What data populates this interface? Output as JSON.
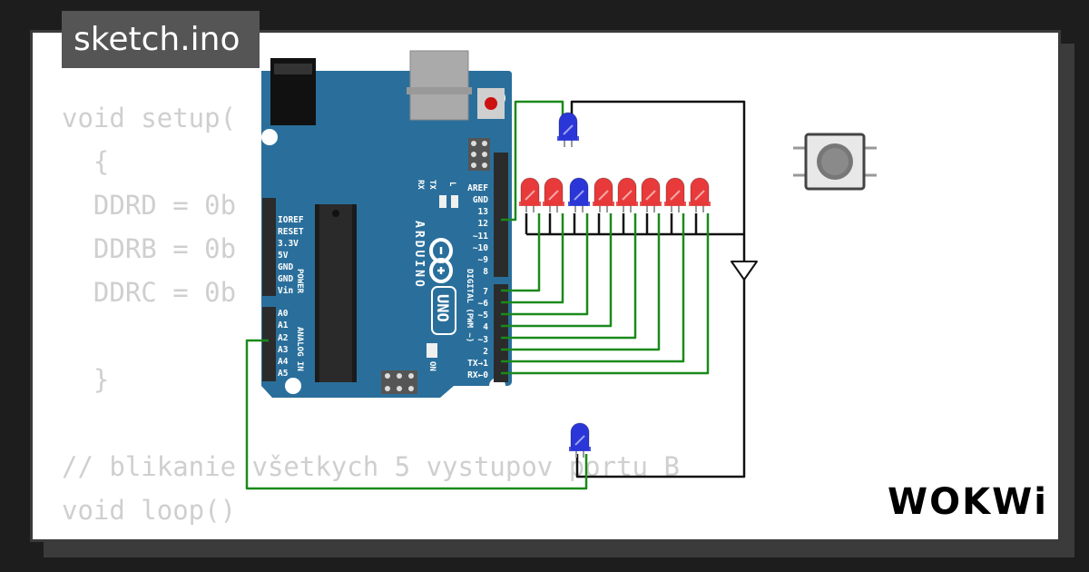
{
  "file_tab": {
    "label": "sketch.ino"
  },
  "code_lines": [
    "void setup(",
    "  {",
    "  DDRD = 0b",
    "  DDRB = 0b",
    "  DDRC = 0b",
    "",
    "  }",
    "",
    "// blikanie všetkych 5 vystupov portu B",
    "void loop()",
    "  {"
  ],
  "board": {
    "brand": "ARDUINO",
    "model": "UNO",
    "on_label": "ON",
    "led_labels": [
      "L",
      "TX",
      "RX"
    ],
    "power_header": [
      "IOREF",
      "RESET",
      "3.3V",
      "5V",
      "GND",
      "GND",
      "Vin"
    ],
    "power_title": "POWER",
    "analog_header": [
      "A0",
      "A1",
      "A2",
      "A3",
      "A4",
      "A5"
    ],
    "analog_title": "ANALOG IN",
    "digital_upper": [
      "AREF",
      "GND",
      "13",
      "12",
      "~11",
      "~10",
      "~9",
      "8"
    ],
    "digital_lower": [
      "7",
      "~6",
      "~5",
      "4",
      "~3",
      "2",
      "TX→1",
      "RX←0"
    ],
    "digital_title": "DIGITAL (PWM ~)"
  },
  "leds": {
    "row_colors": [
      "red",
      "red",
      "blue",
      "red",
      "red",
      "red",
      "red",
      "red"
    ],
    "top_led": "blue",
    "bottom_led": "blue"
  },
  "colors": {
    "board": "#2a6f9b",
    "wire_green": "#1a8a1a",
    "wire_black": "#111111",
    "led_red": "#e83a3a",
    "led_blue": "#2b36d8"
  },
  "brand_logo": "WOKWi"
}
